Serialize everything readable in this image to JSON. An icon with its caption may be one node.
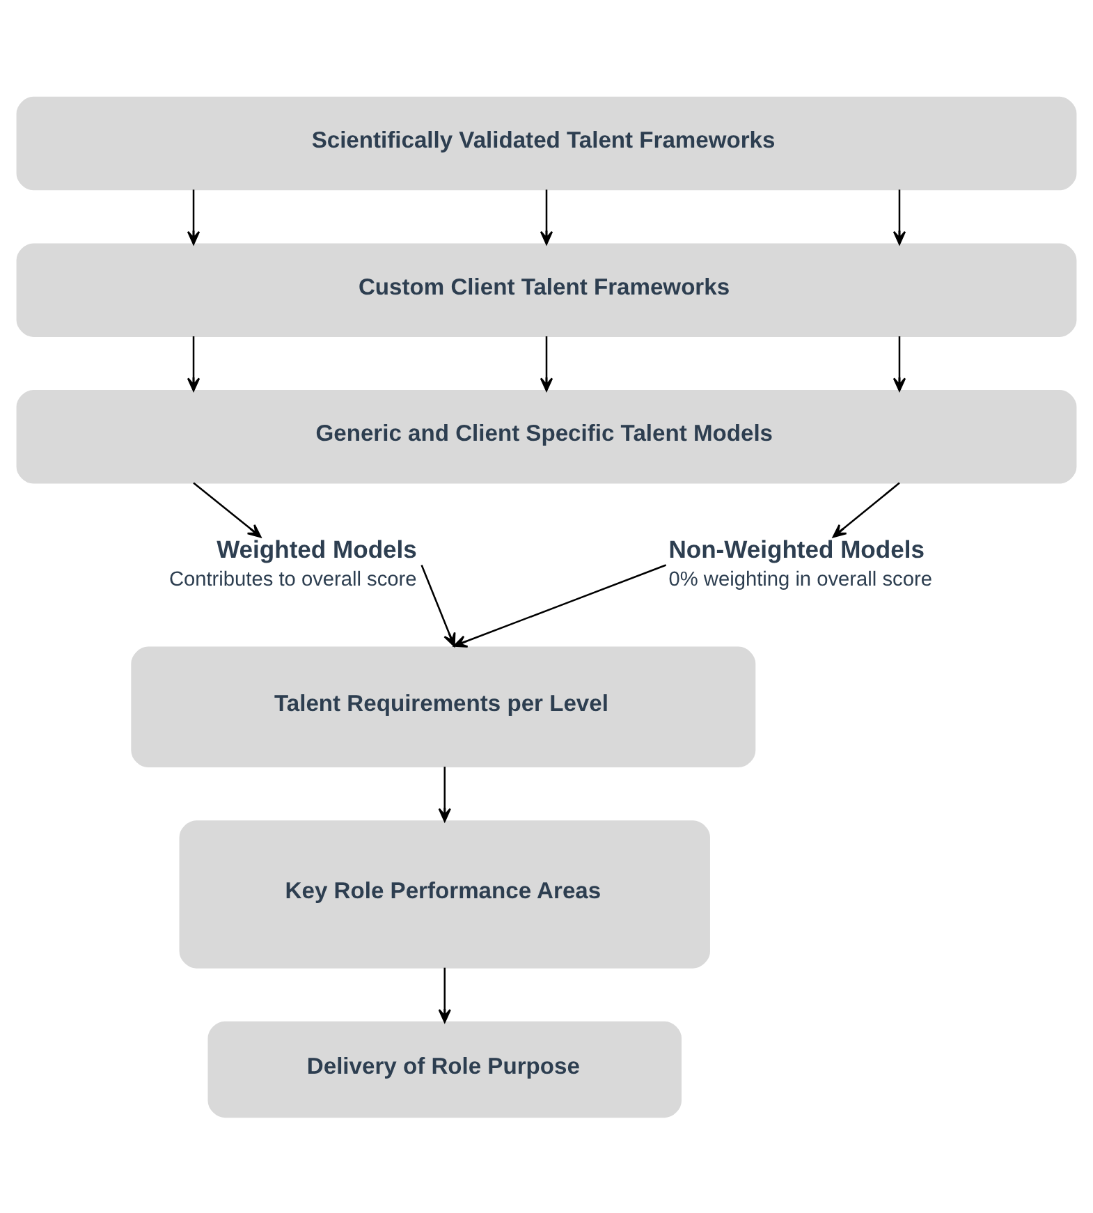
{
  "diagram": {
    "nodes": [
      {
        "text": [
          "Scientifically Validated Talent Frameworks"
        ]
      },
      {
        "text": [
          "Custom Client Talent Frameworks"
        ]
      },
      {
        "text": [
          "Generic and Client Specific Talent Models"
        ]
      },
      {
        "text": [
          "Weighted Models",
          "Contributes to overall score"
        ]
      },
      {
        "text": [
          "Non-Weighted Models",
          "0% weighting in overall score"
        ]
      },
      {
        "text": [
          "Talent Requirements per Level"
        ]
      },
      {
        "text": [
          "Key Role Performance Areas"
        ]
      },
      {
        "text": [
          "Delivery of Role Purpose"
        ]
      }
    ],
    "edges": [
      {
        "from": 0,
        "to": 1,
        "arrow": "to"
      },
      {
        "from": 0,
        "to": 1,
        "arrow": "to"
      },
      {
        "from": 0,
        "to": 1,
        "arrow": "to"
      },
      {
        "from": 1,
        "to": 2,
        "arrow": "to"
      },
      {
        "from": 1,
        "to": 2,
        "arrow": "to"
      },
      {
        "from": 1,
        "to": 2,
        "arrow": "to"
      },
      {
        "from": 2,
        "to": 3,
        "arrow": "to"
      },
      {
        "from": 2,
        "to": 4,
        "arrow": "to"
      },
      {
        "from": 3,
        "to": 5,
        "arrow": "to"
      },
      {
        "from": 4,
        "to": 5,
        "arrow": "to"
      },
      {
        "from": 5,
        "to": 6,
        "arrow": "to"
      },
      {
        "from": 6,
        "to": 7,
        "arrow": "to"
      }
    ]
  }
}
